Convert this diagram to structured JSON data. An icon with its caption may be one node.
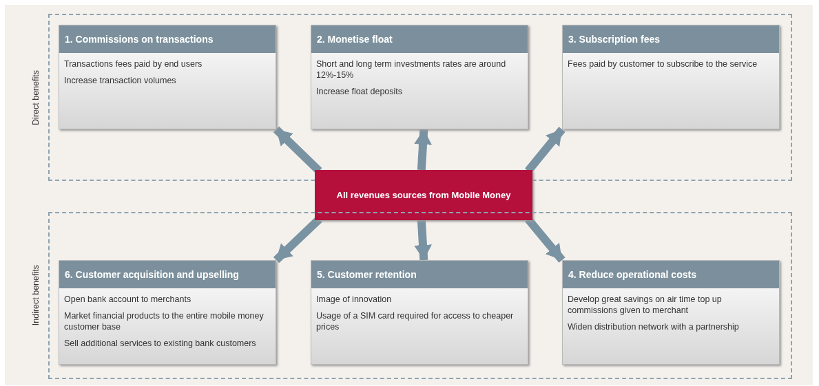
{
  "diagram": {
    "nodes": [
      {
        "text": [
          "Direct benefits"
        ]
      },
      {
        "text": [
          "1.  Commissions on transactions",
          "Transactions fees paid by end users",
          "Increase transaction volumes"
        ],
        "in": 0
      },
      {
        "text": [
          "2. Monetise float",
          "Short and long term investments rates are around 12%-15%",
          "Increase float deposits"
        ],
        "in": 0
      },
      {
        "text": [
          "3. Subscription fees",
          "Fees paid by customer to subscribe to the service"
        ],
        "in": 0
      },
      {
        "text": [
          "All revenues sources from Mobile Money"
        ]
      },
      {
        "text": [
          "Indirect benefits"
        ]
      },
      {
        "text": [
          "6. Customer acquisition and upselling",
          "Open bank account to merchants",
          "Market financial products to the entire mobile money customer base",
          "Sell additional services to existing bank customers"
        ],
        "in": 5
      },
      {
        "text": [
          "5. Customer retention",
          "Image of innovation",
          "Usage of a SIM card required for access to cheaper prices"
        ],
        "in": 5
      },
      {
        "text": [
          "4. Reduce operational costs",
          "Develop great savings on air time top up commissions given to merchant",
          "Widen distribution network with a partnership"
        ],
        "in": 5
      }
    ],
    "edges": [
      {
        "from": 4,
        "to": 1,
        "arrow": "to"
      },
      {
        "from": 4,
        "to": 2,
        "arrow": "to"
      },
      {
        "from": 4,
        "to": 3,
        "arrow": "to"
      },
      {
        "from": 4,
        "to": 6,
        "arrow": "to"
      },
      {
        "from": 4,
        "to": 7,
        "arrow": "to"
      },
      {
        "from": 4,
        "to": 8,
        "arrow": "to"
      }
    ]
  }
}
